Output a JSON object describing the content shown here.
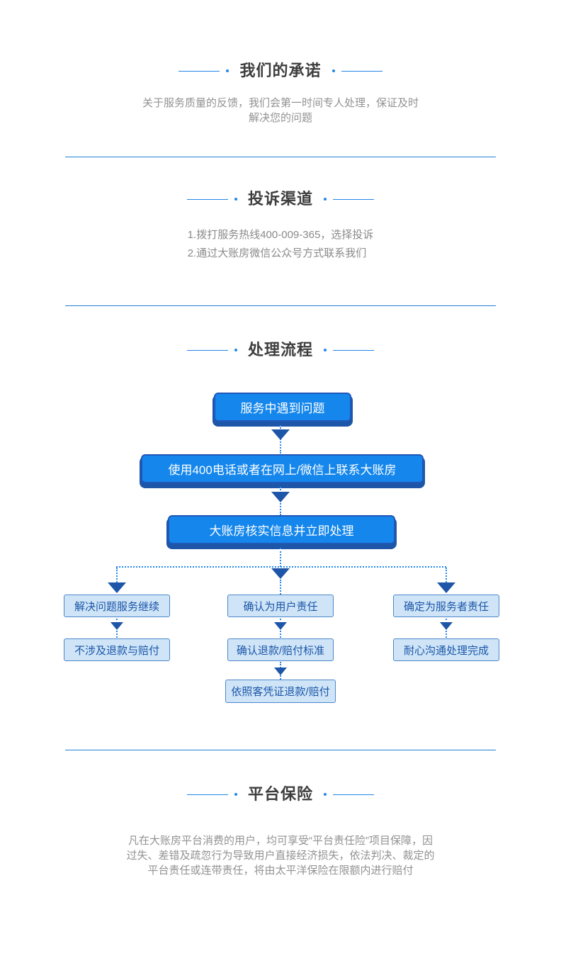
{
  "colors": {
    "accent": "#2287e8",
    "divider": "#1d7fd8",
    "navy": "#1d55a8",
    "btn-fill": "#1486ec",
    "btn-border": "#2058b8",
    "branch-fill": "#cfe5f7",
    "branch-border": "#4c87cb",
    "branch-text": "#1b55a8",
    "title-text": "#3d3d3d",
    "body-text": "#929292"
  },
  "sections": {
    "promise": {
      "title": "我们的承诺",
      "body": "关于服务质量的反馈，我们会第一时间专人处理，保证及时解决您的问题"
    },
    "channels": {
      "title": "投诉渠道",
      "items": [
        "1.拨打服务热线400-009-365，选择投诉",
        "2.通过大账房微信公众号方式联系我们"
      ]
    },
    "process": {
      "title": "处理流程",
      "flow": {
        "steps": [
          "服务中遇到问题",
          "使用400电话或者在网上/微信上联系大账房",
          "大账房核实信息并立即处理"
        ],
        "branches": {
          "left": [
            "解决问题服务继续",
            "不涉及退款与赔付"
          ],
          "middle": [
            "确认为用户责任",
            "确认退款/赔付标准",
            "依照客凭证退款/赔付"
          ],
          "right": [
            "确定为服务者责任",
            "耐心沟通处理完成"
          ]
        }
      }
    },
    "insurance": {
      "title": "平台保险",
      "body": "凡在大账房平台消费的用户，均可享受“平台责任险”项目保障，因过失、差错及疏忽行为导致用户直接经济损失，依法判决、裁定的平台责任或连带责任，将由太平洋保险在限额内进行赔付"
    }
  }
}
